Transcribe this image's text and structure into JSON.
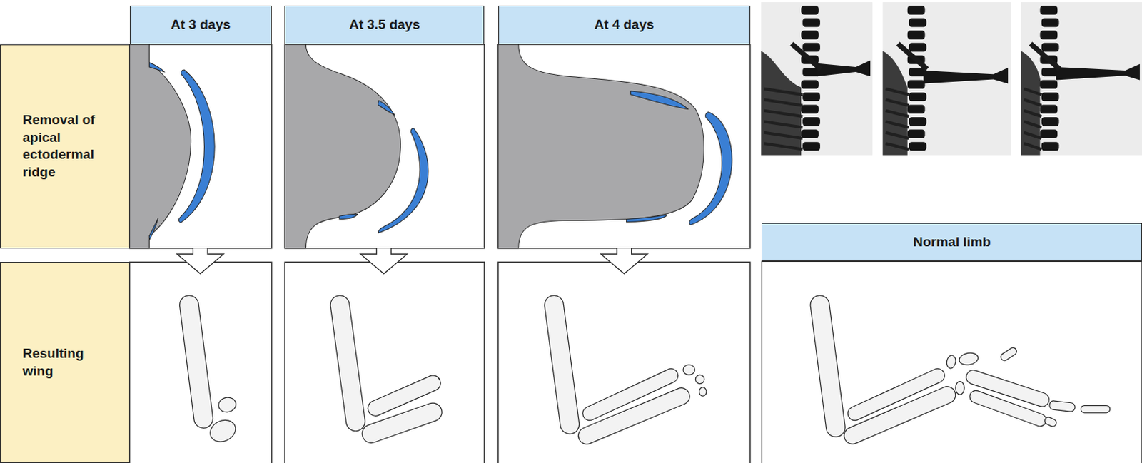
{
  "diagram": {
    "nodes": [
      {
        "text": [
          "At 3 days"
        ]
      },
      {
        "text": [
          "At 3.5 days"
        ]
      },
      {
        "text": [
          "At 4 days"
        ]
      },
      {
        "text": [
          "Removal of apical ectodermal ridge"
        ]
      },
      {
        "text": [
          "Resulting wing"
        ]
      },
      {
        "text": [
          "Normal limb"
        ]
      }
    ]
  }
}
